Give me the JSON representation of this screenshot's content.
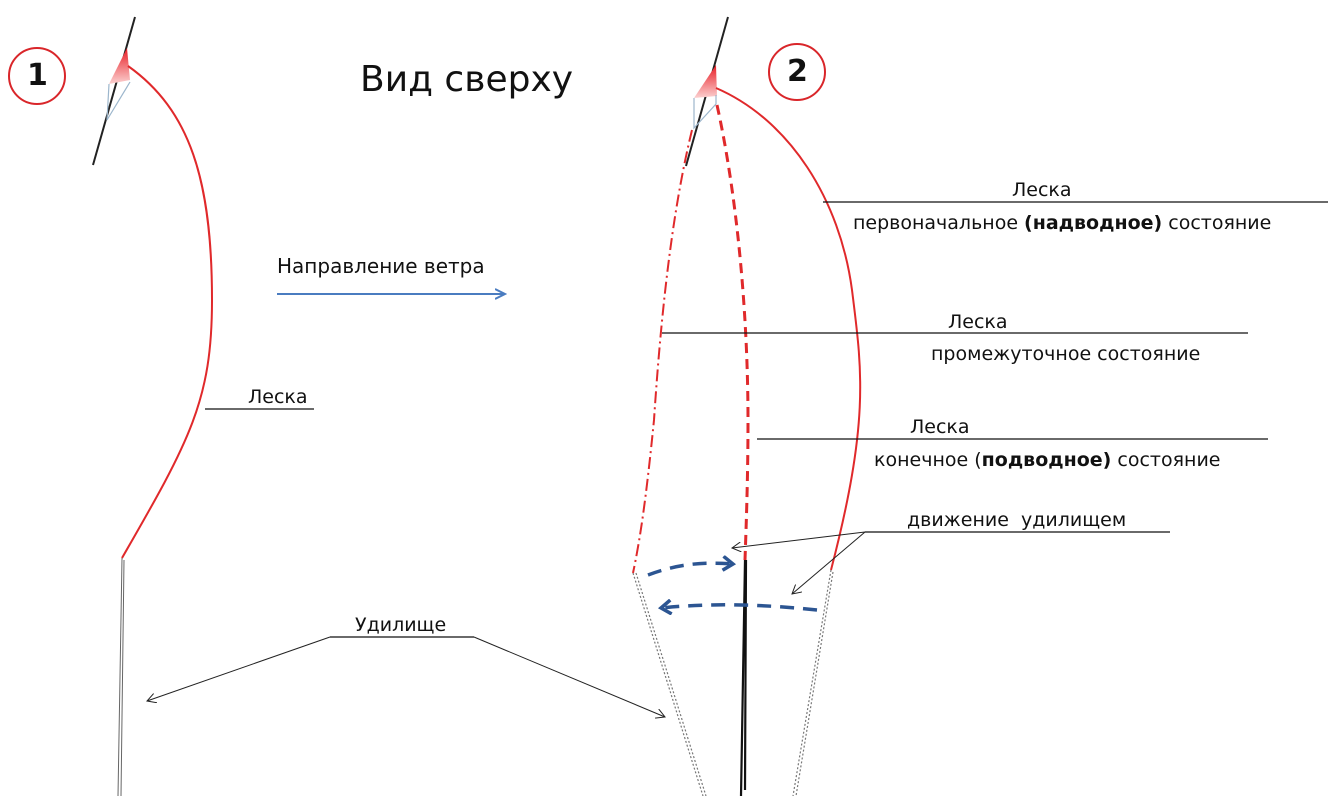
{
  "title": "Вид сверху",
  "panels": [
    {
      "number": "1"
    },
    {
      "number": "2"
    }
  ],
  "wind": {
    "label": "Направление ветра"
  },
  "panel1": {
    "line_label": "Леска",
    "rod_label": "Удилище"
  },
  "panel2": {
    "initial": {
      "label": "Леска",
      "desc_start": "первоначальное ",
      "desc_bold": "(надводное)",
      "desc_end": " состояние"
    },
    "intermediate": {
      "label": "Леска",
      "desc": "промежуточное состояние"
    },
    "final": {
      "label": "Леска",
      "desc_start": "конечное (",
      "desc_bold": "подводное)",
      "desc_end": " состояние"
    },
    "rod_motion": "движение  удилищем"
  },
  "colors": {
    "line": "#e0292b",
    "wind": "#4a7cc0",
    "motion": "#2c5592",
    "circle": "#d9262a"
  }
}
